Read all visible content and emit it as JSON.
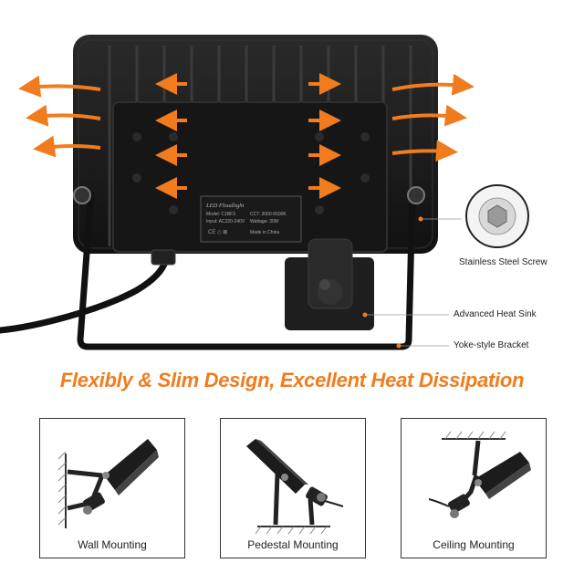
{
  "colors": {
    "accent": "#f07c1e",
    "housing": "#1c1c1c",
    "background": "#ffffff"
  },
  "label_plate": {
    "line1": "LED Floodlight",
    "line2": "Model: C1BF3",
    "line3": "Input: AC220-240V",
    "cct": "CCT: 3000-6500K",
    "wattage": "Wattage: 30W",
    "origin": "Made in China"
  },
  "callouts": {
    "screw": "Stainless Steel Screw",
    "heat_sink": "Advanced Heat Sink",
    "bracket": "Yoke-style Bracket"
  },
  "headline": "Flexibly & Slim Design, Excellent Heat Dissipation",
  "mounting_panels": [
    {
      "label": "Wall Mounting"
    },
    {
      "label": "Pedestal Mounting"
    },
    {
      "label": "Ceiling Mounting"
    }
  ]
}
